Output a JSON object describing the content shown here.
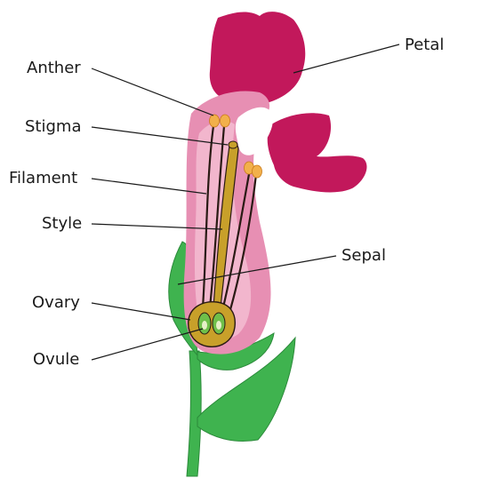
{
  "labels": {
    "petal": "Petal",
    "anther": "Anther",
    "stigma": "Stigma",
    "filament": "Filament",
    "style": "Style",
    "sepal": "Sepal",
    "ovary": "Ovary",
    "ovule": "Ovule"
  },
  "colors": {
    "petal_magenta": "#c2185b",
    "inner_pink": "#e78fb3",
    "inner_pink_light": "#f2b6cd",
    "sepal_green": "#3fb34f",
    "pistil_gold": "#c8a02a",
    "anther_orange": "#f2b04b",
    "ovule_green": "#6fbf4a",
    "outline": "#2a1a14"
  }
}
